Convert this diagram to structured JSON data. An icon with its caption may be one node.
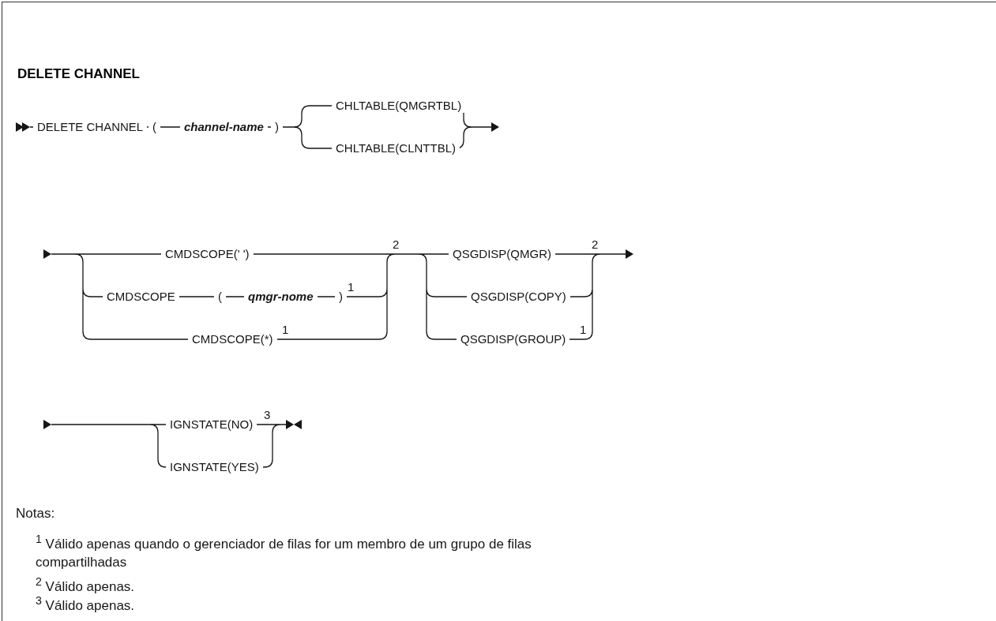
{
  "diagram": {
    "title": "DELETE CHANNEL",
    "labels": [
      "DELETE CHANNEL",
      "(",
      "channel-name",
      ")",
      "CHLTABLE(QMGRTBL)",
      "CHLTABLE(CLNTTBL)",
      "CMDSCOPE(' ')",
      "2",
      "QSGDISP(QMGR)",
      "2",
      "CMDSCOPE",
      "(",
      "qmgr-nome",
      ")",
      "1",
      "QSGDISP(COPY)",
      "CMDSCOPE(*)",
      "1",
      "QSGDISP(GROUP)",
      "1",
      "IGNSTATE(NO)",
      "3",
      "IGNSTATE(YES)",
      "Notas:",
      "$^{1}$ Válido apenas quando o gerenciador de filas for um membro de um grupo de filas compartilhadas",
      "$^{2}$ Válido apenas.",
      "$^{3}$ Válido apenas."
    ]
  }
}
